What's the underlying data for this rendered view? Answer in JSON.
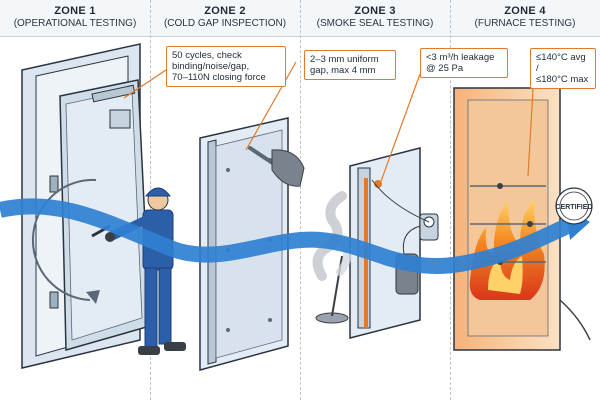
{
  "zones": [
    {
      "title": "ZONE 1",
      "subtitle": "(OPERATIONAL TESTING)"
    },
    {
      "title": "ZONE 2",
      "subtitle": "(COLD GAP INSPECTION)"
    },
    {
      "title": "ZONE 3",
      "subtitle": "(SMOKE SEAL TESTING)"
    },
    {
      "title": "ZONE 4",
      "subtitle": "(FURNACE TESTING)"
    }
  ],
  "callouts": {
    "zone1": [
      "50 cycles, check",
      "binding/noise/gap,",
      "70–110N closing force"
    ],
    "zone2": [
      "2–3 mm uniform",
      "gap, max 4 mm"
    ],
    "zone3": [
      "<3 m³/h leakage",
      "@ 25 Pa"
    ],
    "zone4": [
      "≤140°C avg /",
      "≤180°C max"
    ]
  },
  "badge": {
    "label": "CERTIFIED"
  },
  "colors": {
    "accent": "#e07a2c",
    "flow_arrow": "#2f80d1",
    "worker": "#2d5fa8",
    "flame": "#f07a1a"
  }
}
